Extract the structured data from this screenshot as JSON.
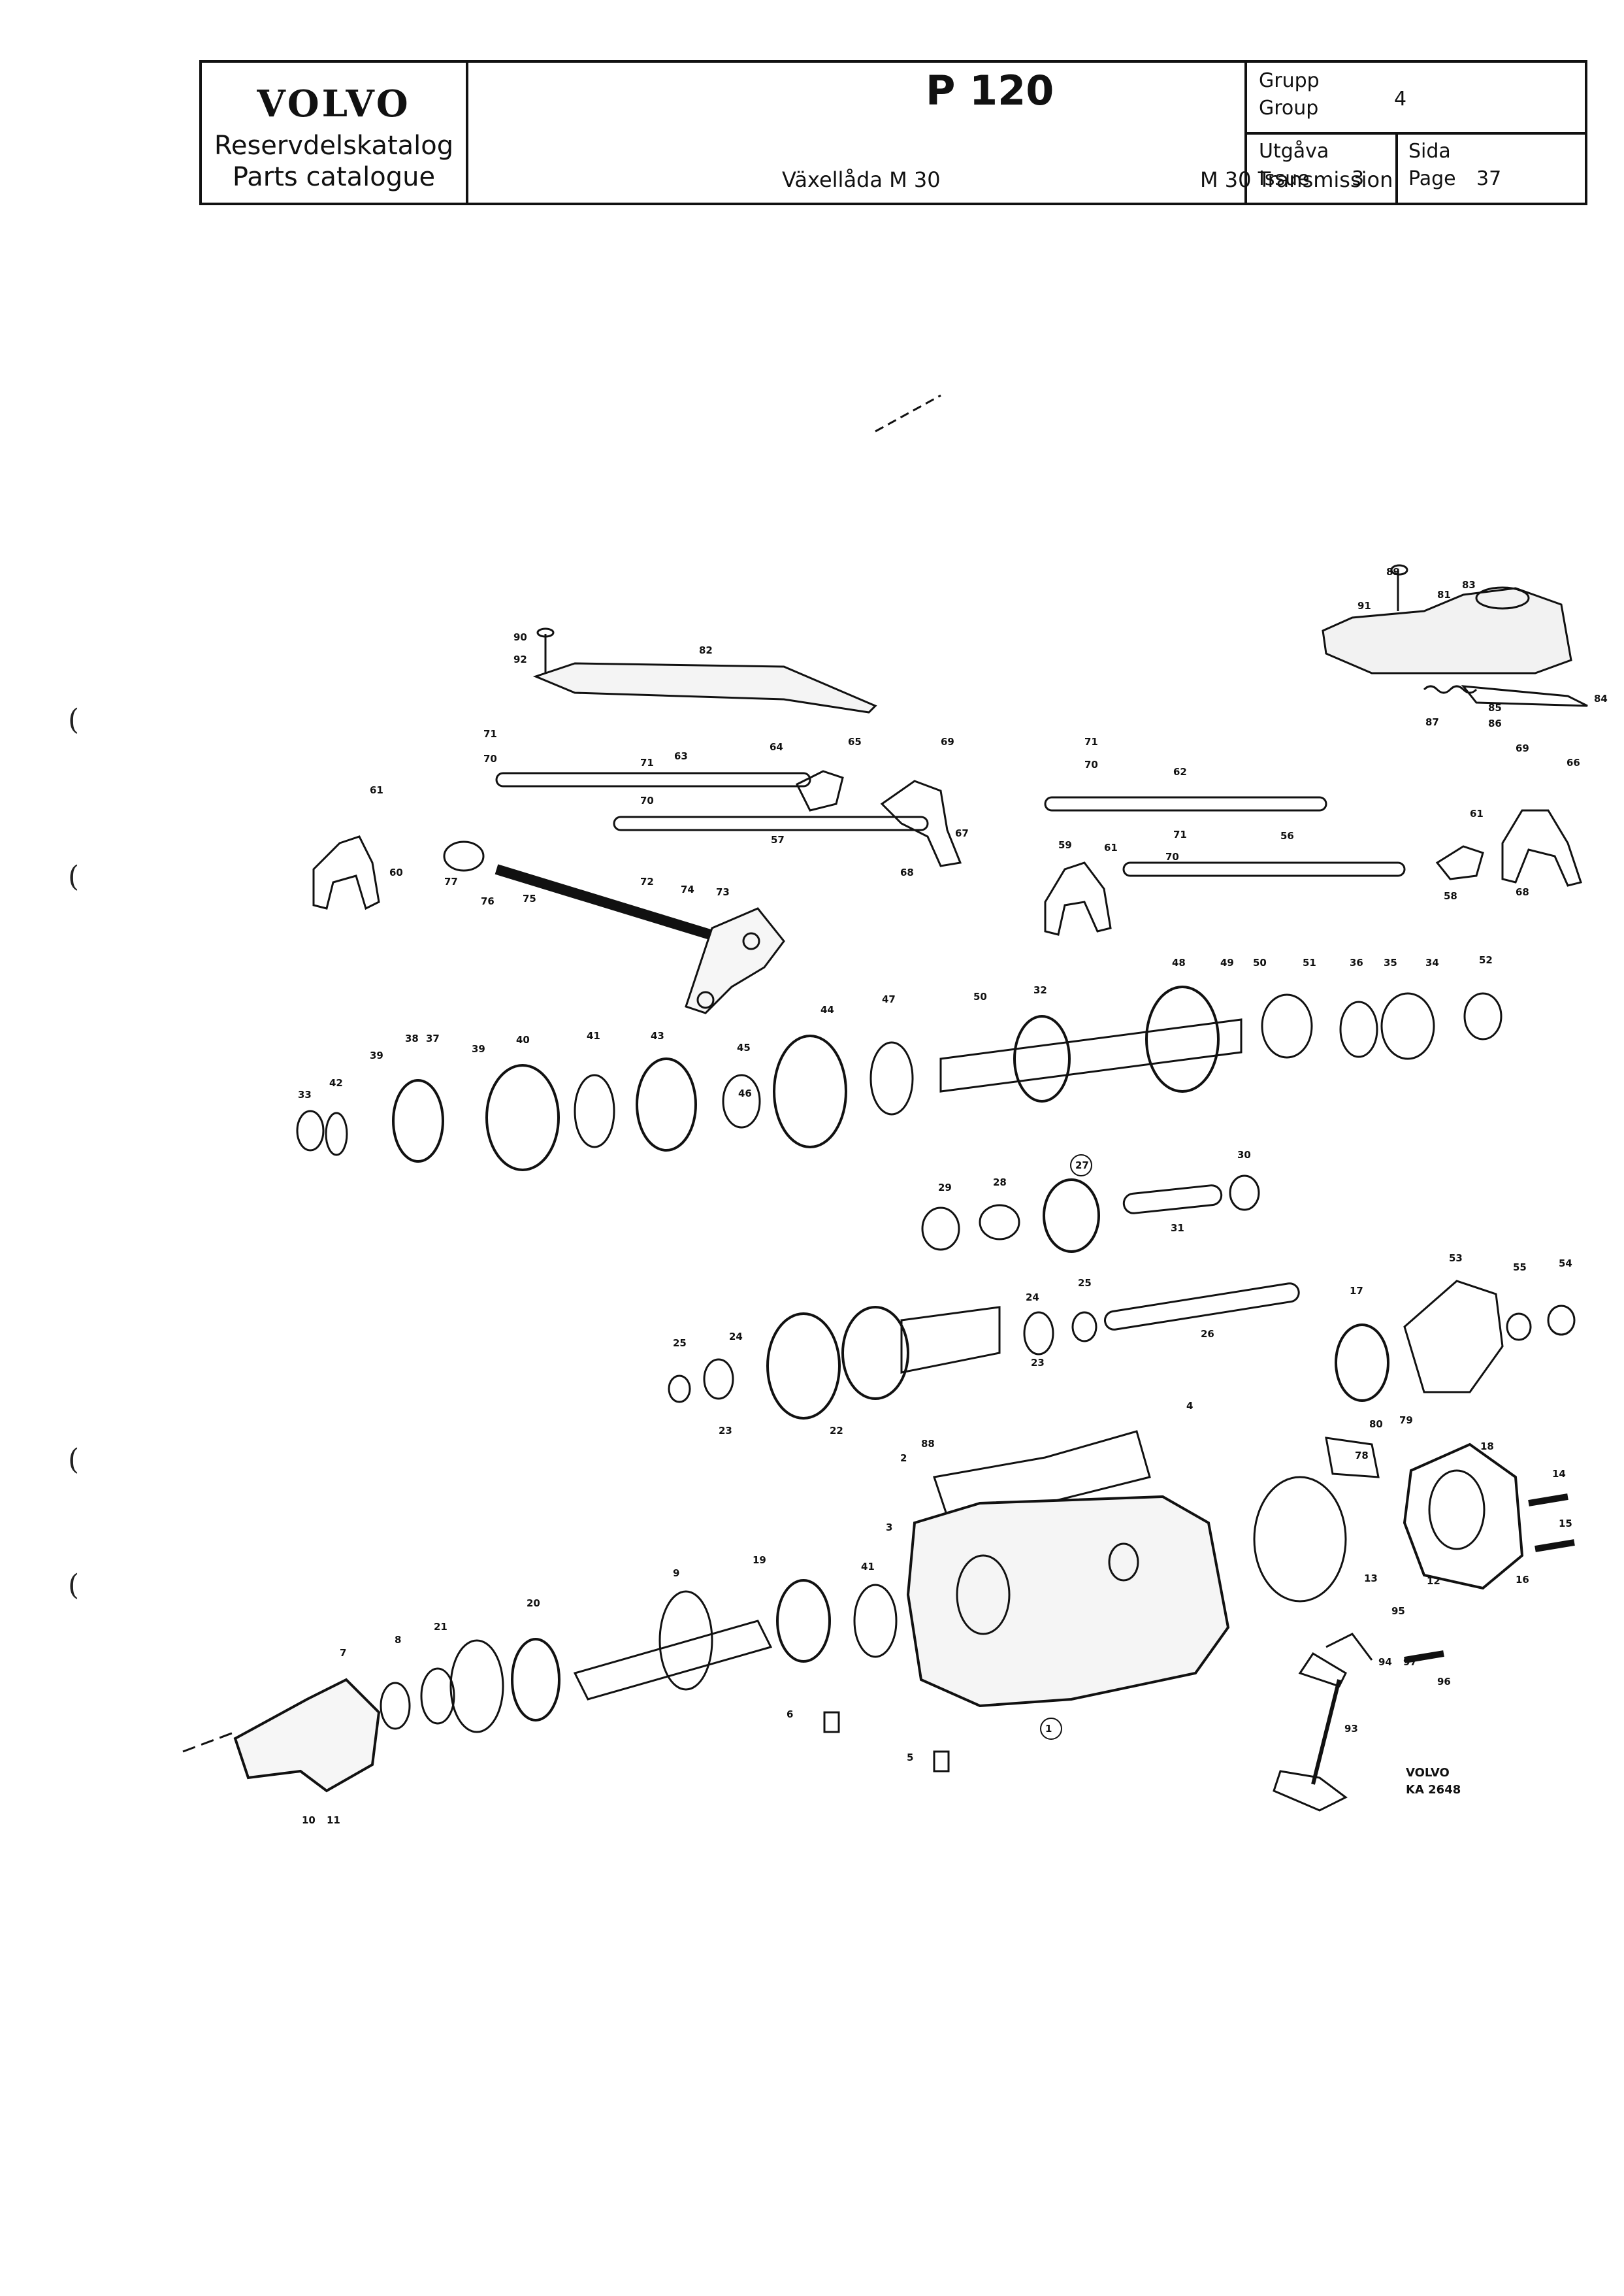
{
  "header": {
    "brand": "VOLVO",
    "catalog_sv": "Reservdelskatalog",
    "catalog_en": "Parts catalogue",
    "model": "P 120",
    "title_sv": "Växellåda M 30",
    "title_en": "M 30 Transmission",
    "group_sv": "Grupp",
    "group_en": "Group",
    "group_value": "4",
    "issue_sv": "Utgåva",
    "issue_en": "Issue",
    "issue_value": "3",
    "page_sv": "Sida",
    "page_en": "Page",
    "page_value": "37"
  },
  "callouts": [
    {
      "id": "89",
      "text": "89"
    },
    {
      "id": "83",
      "text": "83"
    },
    {
      "id": "81",
      "text": "81"
    },
    {
      "id": "91",
      "text": "91"
    },
    {
      "id": "84",
      "text": "84"
    },
    {
      "id": "85",
      "text": "85"
    },
    {
      "id": "86",
      "text": "86"
    },
    {
      "id": "87",
      "text": "87"
    },
    {
      "id": "90",
      "text": "90"
    },
    {
      "id": "92",
      "text": "92"
    },
    {
      "id": "82",
      "text": "82"
    },
    {
      "id": "71a",
      "text": "71"
    },
    {
      "id": "70a",
      "text": "70"
    },
    {
      "id": "71b",
      "text": "71"
    },
    {
      "id": "63",
      "text": "63"
    },
    {
      "id": "70b",
      "text": "70"
    },
    {
      "id": "64",
      "text": "64"
    },
    {
      "id": "65",
      "text": "65"
    },
    {
      "id": "69a",
      "text": "69"
    },
    {
      "id": "57",
      "text": "57"
    },
    {
      "id": "67",
      "text": "67"
    },
    {
      "id": "68a",
      "text": "68"
    },
    {
      "id": "71c",
      "text": "71"
    },
    {
      "id": "70c",
      "text": "70"
    },
    {
      "id": "62",
      "text": "62"
    },
    {
      "id": "69b",
      "text": "69"
    },
    {
      "id": "66",
      "text": "66"
    },
    {
      "id": "61a",
      "text": "61"
    },
    {
      "id": "60",
      "text": "60"
    },
    {
      "id": "77",
      "text": "77"
    },
    {
      "id": "76",
      "text": "76"
    },
    {
      "id": "75",
      "text": "75"
    },
    {
      "id": "72",
      "text": "72"
    },
    {
      "id": "74",
      "text": "74"
    },
    {
      "id": "73",
      "text": "73"
    },
    {
      "id": "59",
      "text": "59"
    },
    {
      "id": "61b",
      "text": "61"
    },
    {
      "id": "71d",
      "text": "71"
    },
    {
      "id": "70d",
      "text": "70"
    },
    {
      "id": "56",
      "text": "56"
    },
    {
      "id": "61c",
      "text": "61"
    },
    {
      "id": "58",
      "text": "58"
    },
    {
      "id": "68b",
      "text": "68"
    },
    {
      "id": "48",
      "text": "48"
    },
    {
      "id": "49",
      "text": "49"
    },
    {
      "id": "50a",
      "text": "50"
    },
    {
      "id": "51",
      "text": "51"
    },
    {
      "id": "36",
      "text": "36"
    },
    {
      "id": "35",
      "text": "35"
    },
    {
      "id": "34",
      "text": "34"
    },
    {
      "id": "52",
      "text": "52"
    },
    {
      "id": "33",
      "text": "33"
    },
    {
      "id": "42",
      "text": "42"
    },
    {
      "id": "39a",
      "text": "39"
    },
    {
      "id": "38",
      "text": "38"
    },
    {
      "id": "37",
      "text": "37"
    },
    {
      "id": "39b",
      "text": "39"
    },
    {
      "id": "40",
      "text": "40"
    },
    {
      "id": "41a",
      "text": "41"
    },
    {
      "id": "43",
      "text": "43"
    },
    {
      "id": "45",
      "text": "45"
    },
    {
      "id": "46",
      "text": "46"
    },
    {
      "id": "44",
      "text": "44"
    },
    {
      "id": "47",
      "text": "47"
    },
    {
      "id": "50b",
      "text": "50"
    },
    {
      "id": "32",
      "text": "32"
    },
    {
      "id": "29",
      "text": "29"
    },
    {
      "id": "28",
      "text": "28"
    },
    {
      "id": "27",
      "text": "27"
    },
    {
      "id": "31",
      "text": "31"
    },
    {
      "id": "30",
      "text": "30"
    },
    {
      "id": "25a",
      "text": "25"
    },
    {
      "id": "24a",
      "text": "24"
    },
    {
      "id": "23a",
      "text": "23"
    },
    {
      "id": "22",
      "text": "22"
    },
    {
      "id": "24b",
      "text": "24"
    },
    {
      "id": "23b",
      "text": "23"
    },
    {
      "id": "25b",
      "text": "25"
    },
    {
      "id": "26",
      "text": "26"
    },
    {
      "id": "17",
      "text": "17"
    },
    {
      "id": "53",
      "text": "53"
    },
    {
      "id": "55",
      "text": "55"
    },
    {
      "id": "54",
      "text": "54"
    },
    {
      "id": "4",
      "text": "4"
    },
    {
      "id": "88",
      "text": "88"
    },
    {
      "id": "2",
      "text": "2"
    },
    {
      "id": "80",
      "text": "80"
    },
    {
      "id": "79",
      "text": "79"
    },
    {
      "id": "78",
      "text": "78"
    },
    {
      "id": "18",
      "text": "18"
    },
    {
      "id": "14",
      "text": "14"
    },
    {
      "id": "15",
      "text": "15"
    },
    {
      "id": "16",
      "text": "16"
    },
    {
      "id": "12",
      "text": "12"
    },
    {
      "id": "13",
      "text": "13"
    },
    {
      "id": "3",
      "text": "3"
    },
    {
      "id": "41b",
      "text": "41"
    },
    {
      "id": "19",
      "text": "19"
    },
    {
      "id": "9",
      "text": "9"
    },
    {
      "id": "1",
      "text": "1"
    },
    {
      "id": "95",
      "text": "95"
    },
    {
      "id": "97",
      "text": "97"
    },
    {
      "id": "94",
      "text": "94"
    },
    {
      "id": "96",
      "text": "96"
    },
    {
      "id": "93",
      "text": "93"
    },
    {
      "id": "6",
      "text": "6"
    },
    {
      "id": "5",
      "text": "5"
    },
    {
      "id": "7",
      "text": "7"
    },
    {
      "id": "8",
      "text": "8"
    },
    {
      "id": "21",
      "text": "21"
    },
    {
      "id": "20",
      "text": "20"
    },
    {
      "id": "10",
      "text": "10"
    },
    {
      "id": "11",
      "text": "11"
    }
  ],
  "stamp": {
    "line1": "VOLVO",
    "line2": "KA 2648"
  },
  "margin_marks": [
    "(",
    "(",
    "(",
    "("
  ]
}
